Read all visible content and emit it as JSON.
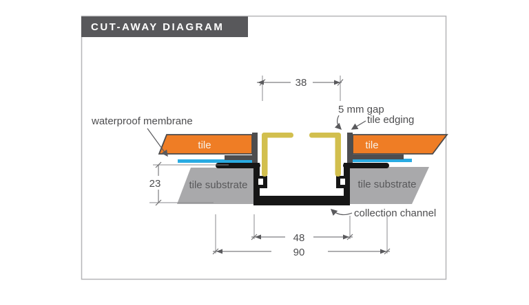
{
  "header": {
    "title": "CUT-AWAY DIAGRAM"
  },
  "labels": {
    "waterproof_membrane": "waterproof membrane",
    "gap": "5 mm gap",
    "tile_edging": "tile edging",
    "collection_channel": "collection channel",
    "tile": "tile",
    "tile_substrate": "tile substrate"
  },
  "dimensions": {
    "top_width": "38",
    "tile_depth": "23",
    "channel_width": "48",
    "flange_width": "90"
  },
  "colors": {
    "header_gray": "#58585b",
    "frame_gray": "#b5b5b7",
    "tile_orange": "#ef7d25",
    "membrane_blue": "#29abe2",
    "edging_yellow": "#d2bf4e",
    "substrate_gray": "#a9a9ab",
    "channel_black": "#161616",
    "trim_dark": "#4d4d4f",
    "tile_text": "#f7f1e8",
    "substrate_text": "#58585a"
  }
}
